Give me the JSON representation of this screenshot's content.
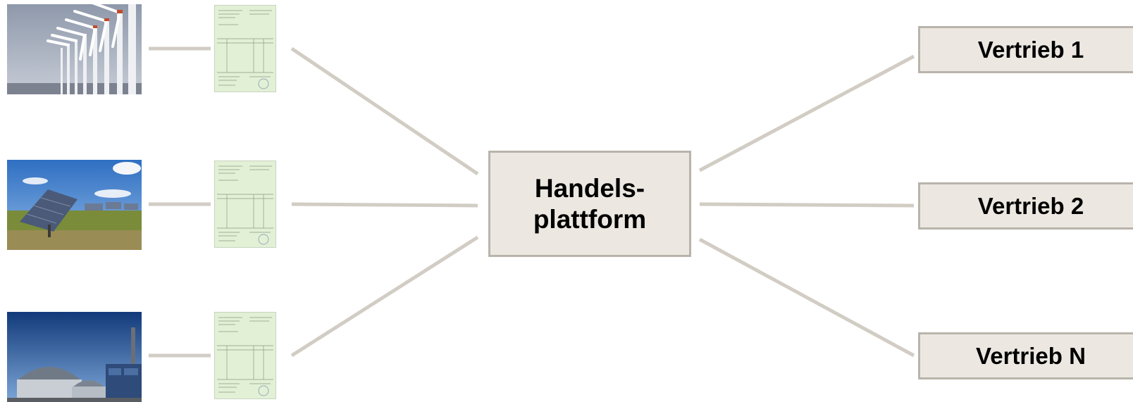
{
  "diagram": {
    "hub_label": "Handels-\nplattform",
    "distributors": [
      "Vertrieb 1",
      "Vertrieb 2",
      "Vertrieb N"
    ],
    "sources": [
      {
        "icon": "wind-turbines-photo"
      },
      {
        "icon": "solar-panels-photo"
      },
      {
        "icon": "biogas-plant-photo"
      }
    ],
    "certificate_icon": "certificate-document-icon",
    "colors": {
      "connector": "#d2cdc4",
      "box_fill": "#ece8e1",
      "box_border": "#b9b4ab"
    }
  }
}
